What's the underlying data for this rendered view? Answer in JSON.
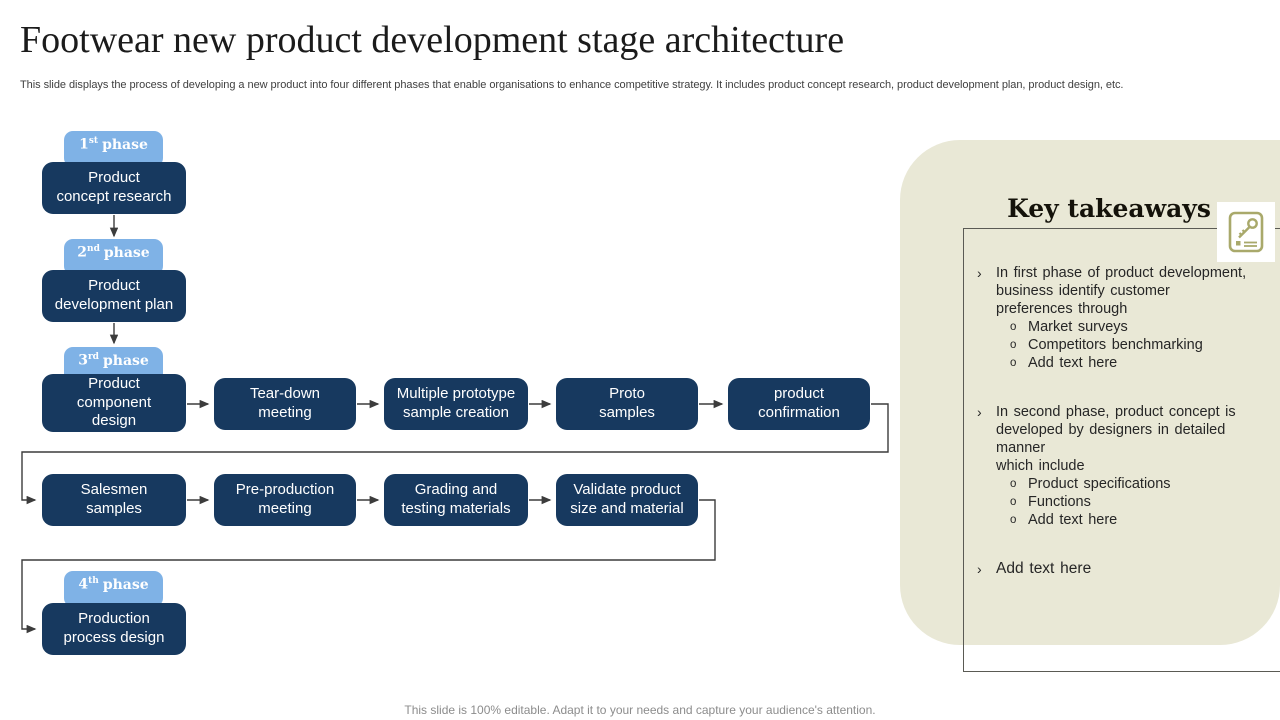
{
  "slide": {
    "title": "Footwear new product development stage architecture",
    "subtitle": "This slide displays the process of developing a new product into four different phases that enable organisations to enhance competitive strategy. It includes product concept research, product development plan, product design, etc.",
    "footer": "This slide is 100% editable. Adapt it to your needs and capture your audience's attention."
  },
  "flow": {
    "phases": [
      {
        "num": "1",
        "sup": "st",
        "word": "phase"
      },
      {
        "num": "2",
        "sup": "nd",
        "word": "phase"
      },
      {
        "num": "3",
        "sup": "rd",
        "word": "phase"
      },
      {
        "num": "4",
        "sup": "th",
        "word": "phase"
      }
    ],
    "stages": {
      "concept": "Product\nconcept research",
      "plan": "Product\ndevelopment plan",
      "component": "Product\ncomponent\ndesign",
      "production": "Production\nprocess design"
    },
    "row1": [
      "Tear-down\nmeeting",
      "Multiple prototype\nsample creation",
      "Proto\nsamples",
      "product\nconfirmation"
    ],
    "row2": [
      "Salesmen\nsamples",
      "Pre-production\nmeeting",
      "Grading and\ntesting materials",
      "Validate product\nsize and material"
    ]
  },
  "takeaways": {
    "title": "Key takeaways",
    "icon": "key-note-icon",
    "marker": "›",
    "sub_marker": "o",
    "bullets": [
      {
        "text": "In first phase of product development,\nbusiness identify customer\npreferences through",
        "subs": [
          "Market surveys",
          "Competitors benchmarking",
          "Add text here"
        ]
      },
      {
        "text": "In second phase, product concept is\ndeveloped by designers in detailed manner\nwhich include",
        "subs": [
          "Product specifications",
          "Functions",
          "Add text here"
        ]
      },
      {
        "text": "Add text here",
        "subs": []
      }
    ]
  },
  "colors": {
    "navy_box": "#17395F",
    "phase_badge_blue": "#7FB2E6",
    "panel_beige": "#E9E8D6",
    "icon_olive": "#A9A96B",
    "panel_border": "#5a5a54",
    "connector": "#3c3c3c"
  }
}
